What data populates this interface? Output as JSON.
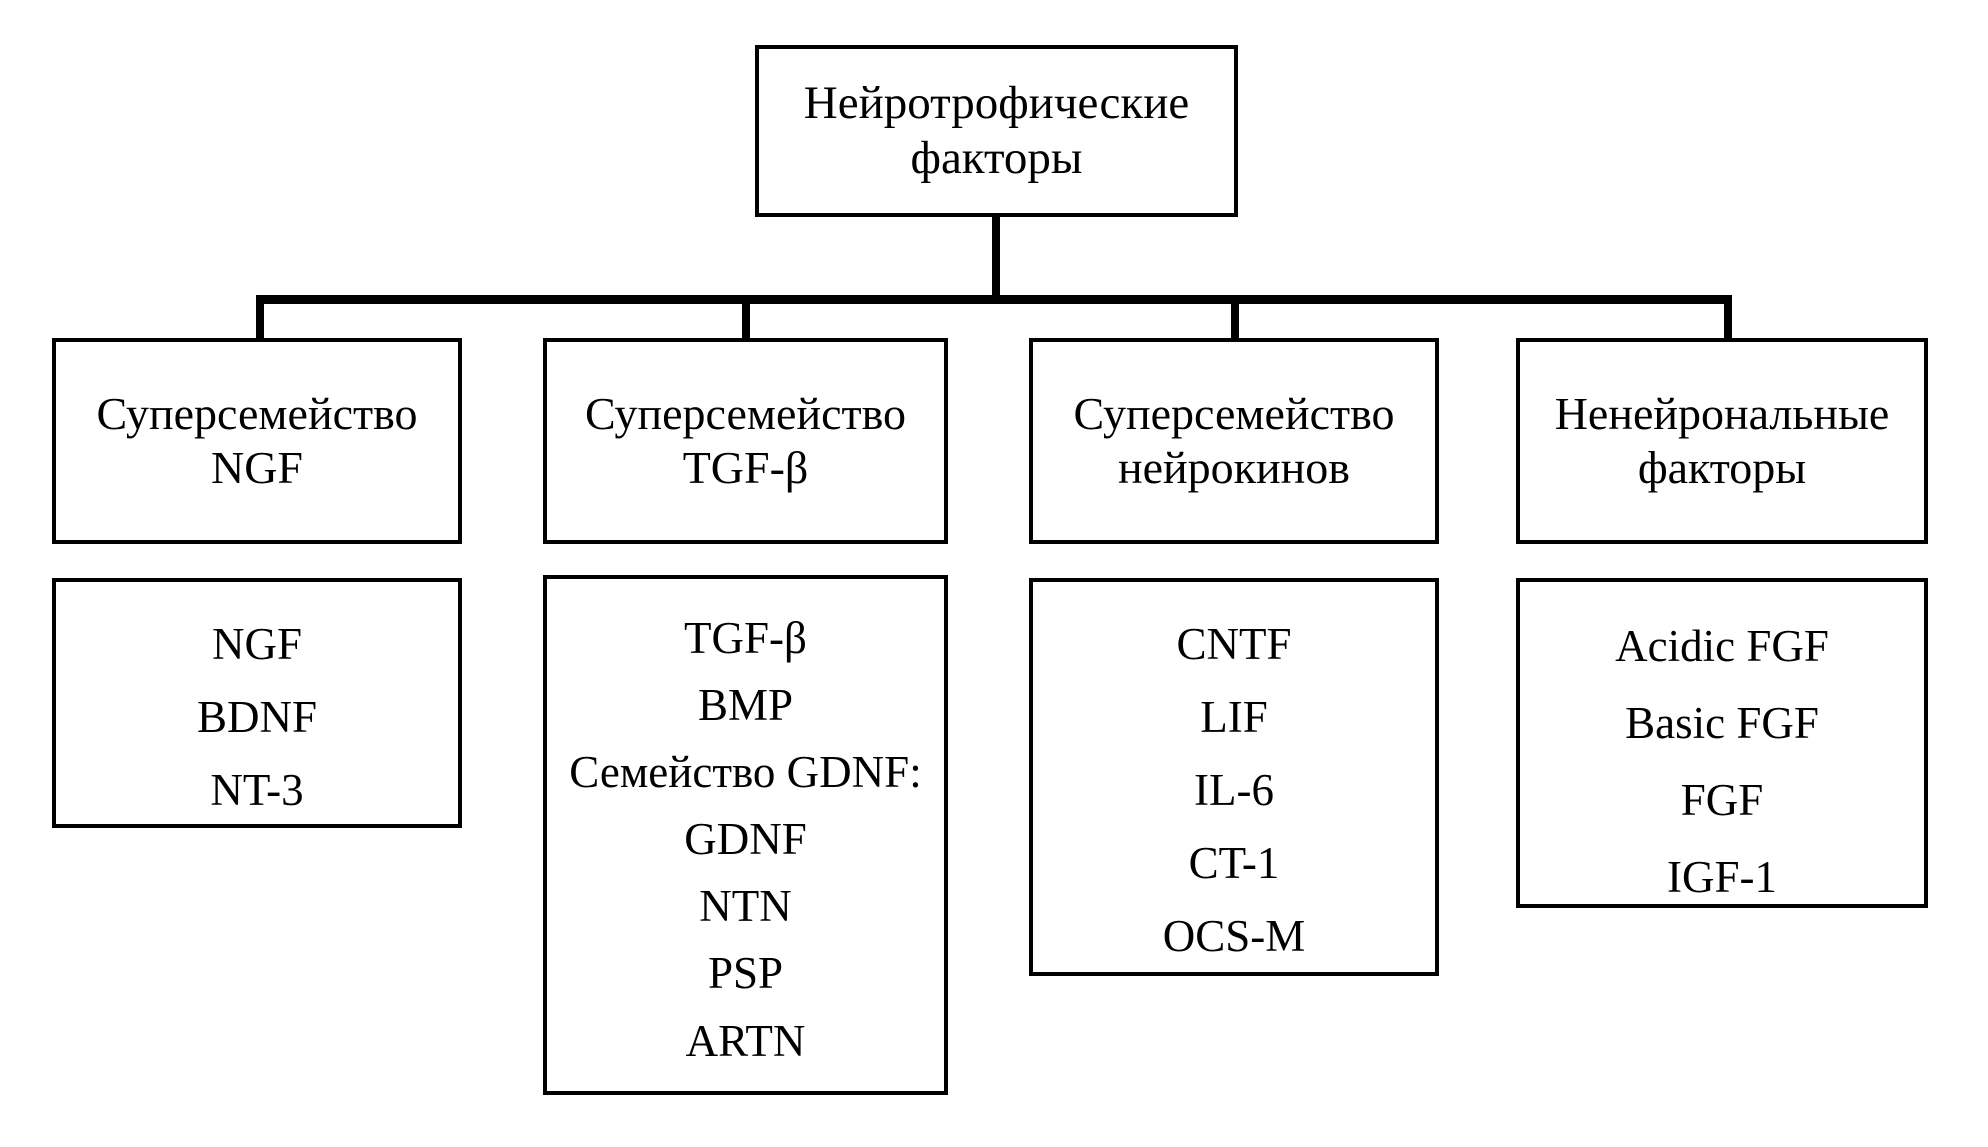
{
  "diagram": {
    "root": {
      "lines": [
        "Нейротрофические",
        "факторы"
      ]
    },
    "categories": [
      {
        "header_lines": [
          "Суперсемейство",
          "NGF"
        ],
        "members": [
          "NGF",
          "BDNF",
          "NT-3"
        ]
      },
      {
        "header_lines": [
          "Суперсемейство",
          "TGF-β"
        ],
        "members": [
          "TGF-β",
          "BMP",
          "Семейство GDNF:",
          "GDNF",
          "NTN",
          "PSP",
          "ARTN"
        ]
      },
      {
        "header_lines": [
          "Суперсемейство",
          "нейрокинов"
        ],
        "members": [
          "CNTF",
          "LIF",
          "IL-6",
          "CT-1",
          "OCS-M"
        ]
      },
      {
        "header_lines": [
          "Ненейрональные",
          "факторы"
        ],
        "members": [
          "Acidic FGF",
          "Basic FGF",
          "FGF",
          "IGF-1"
        ]
      }
    ]
  },
  "colors": {
    "stroke": "#000000",
    "background": "#ffffff",
    "text": "#000000"
  }
}
